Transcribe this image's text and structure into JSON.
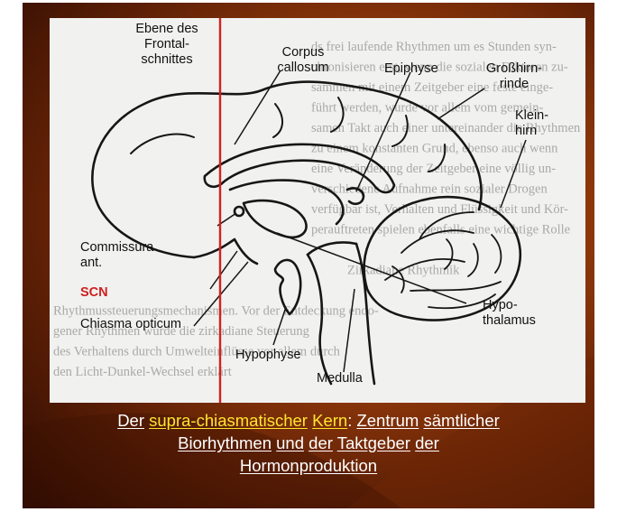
{
  "figure": {
    "labels": {
      "ebene_line1": "Ebene des",
      "ebene_line2": "Frontal-",
      "ebene_line3": "schnittes",
      "corpus_line1": "Corpus",
      "corpus_line2": "callosum",
      "epiphyse": "Epiphyse",
      "grosshirn_line1": "Großhirn-",
      "grosshirn_line2": "rinde",
      "kleinhirn_line1": "Klein-",
      "kleinhirn_line2": "hirn",
      "commissura_line1": "Commissura",
      "commissura_line2": "ant.",
      "scn": "SCN",
      "chiasma": "Chiasma opticum",
      "hypophyse": "Hypophyse",
      "medulla": "Medulla",
      "hypothalamus_line1": "Hypo-",
      "hypothalamus_line2": "thalamus"
    },
    "background_text": [
      "ds frei laufende Rhythmen um es Stunden syn-",
      "chronisieren erst, wenn die sozialen Faktoren zu-",
      "sammen mit einem Zeitgeber eine feste einge-",
      "führt werden, wurde vor allem vom gemein-",
      "samen Takt auch einer untereinander die Rhythmen",
      "zu einem konstanten Grund, ebenso auch wenn",
      "eine Veränderung der Zeitgeber eine völlig un-",
      "verschiedene Aufnahme rein sozialer Drogen",
      "verfügbar ist, Verhalten und Flüssigkeit und Kör-",
      "perauftreten spielen ebenfalls eine wichtige Rolle",
      "",
      "Zirkadiane Rhythmik",
      "",
      "Rhythmussteuerungsmechanismen. Vor der Entdeckung endo-",
      "gener Rhythmen wurde die zirkadiane Steuerung",
      "des Verhaltens durch Umwelteinflüsse vor allem durch",
      "den Licht-Dunkel-Wechsel erklärt"
    ],
    "colors": {
      "frontal_plane_line": "#d42020",
      "scn_label": "#d01e1e",
      "drawing_ink": "#161616"
    }
  },
  "caption": {
    "t1": "Der",
    "t2": "supra-chiasmatischer",
    "t3": "Kern",
    "t4": ":",
    "t5": "Zentrum",
    "t6": "sämtlicher",
    "t7": "Biorhythmen",
    "t8": "und",
    "t9": "der",
    "t10": "Taktgeber",
    "t11": "der",
    "t12": "Hormonproduktion",
    "highlight_color": "#ffe62e",
    "text_color": "#ffffff"
  }
}
